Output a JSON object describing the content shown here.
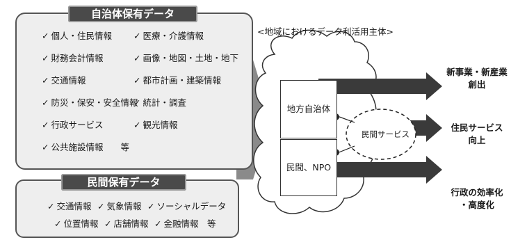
{
  "government": {
    "title": "自治体保有データ",
    "col1": [
      "個人・住民情報",
      "財務会計情報",
      "交通情報",
      "防災・保安・安全情報",
      "行政サービス",
      "公共施設情報　　等"
    ],
    "col2": [
      "医療・介護情報",
      "画像・地図・土地・地下",
      "都市計画・建築情報",
      "統計・調査",
      "観光情報"
    ]
  },
  "private": {
    "title": "民間保有データ",
    "row1": [
      "交通情報",
      "気象情報",
      "ソーシャルデータ"
    ],
    "row2": [
      "位置情報",
      "店舗情報",
      "金融情報　等"
    ]
  },
  "diagram": {
    "subtitle": "<地域におけるデータ利活用主体>",
    "entity_top": "地方自治体",
    "entity_bottom": "民間、NPO",
    "service": "民間サービス"
  },
  "outcomes": [
    "新事業・新産業\n創出",
    "住民サービス\n向上",
    "行政の効率化\n・高度化"
  ],
  "check_mark": "✓",
  "colors": {
    "title_bg": "#4a4a4a",
    "arrow_fill": "#3a3a3a",
    "box_bg": "#eeeeee"
  }
}
